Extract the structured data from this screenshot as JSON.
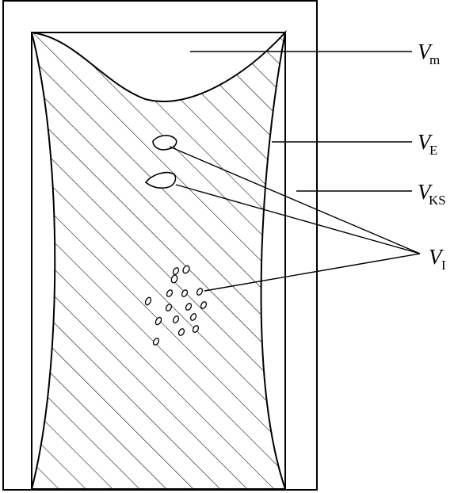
{
  "labels": {
    "vm": {
      "main": "V",
      "sub": "m"
    },
    "ve": {
      "main": "V",
      "sub": "E"
    },
    "vks": {
      "main": "V",
      "sub": "KS"
    },
    "vi": {
      "main": "V",
      "sub": "I"
    }
  }
}
